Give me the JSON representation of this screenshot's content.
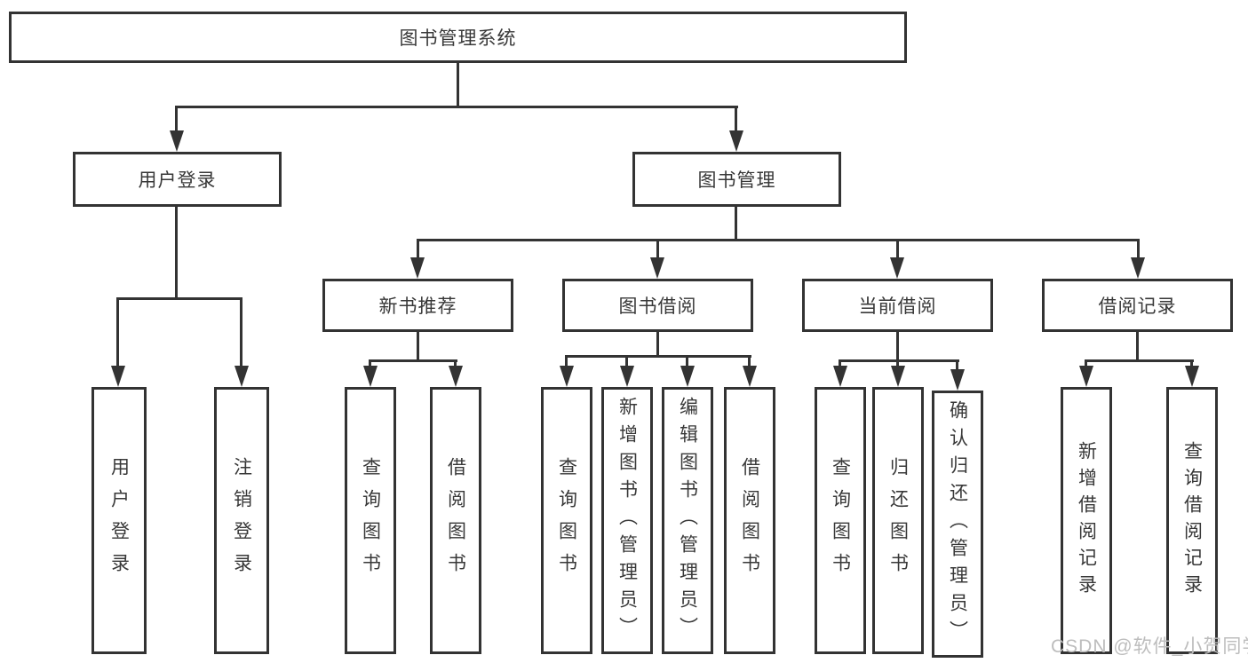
{
  "diagram": {
    "root": {
      "label": "图书管理系统"
    },
    "branches": [
      {
        "label": "用户登录",
        "children": [
          {
            "label": "用户登录"
          },
          {
            "label": "注销登录"
          }
        ]
      },
      {
        "label": "图书管理",
        "children": [
          {
            "label": "新书推荐",
            "children": [
              {
                "label": "查询图书"
              },
              {
                "label": "借阅图书"
              }
            ]
          },
          {
            "label": "图书借阅",
            "children": [
              {
                "label": "查询图书"
              },
              {
                "label": "新增图书（管理员）"
              },
              {
                "label": "编辑图书（管理员）"
              },
              {
                "label": "借阅图书"
              }
            ]
          },
          {
            "label": "当前借阅",
            "children": [
              {
                "label": "查询图书"
              },
              {
                "label": "归还图书"
              },
              {
                "label": "确认归还（管理员）"
              }
            ]
          },
          {
            "label": "借阅记录",
            "children": [
              {
                "label": "新增借阅记录"
              },
              {
                "label": "查询借阅记录"
              }
            ]
          }
        ]
      }
    ]
  },
  "watermark": {
    "text": "CSDN @软件_小贺同学"
  },
  "colors": {
    "line": "#333333",
    "text": "#383838",
    "watermark": "#bdbdbd"
  }
}
